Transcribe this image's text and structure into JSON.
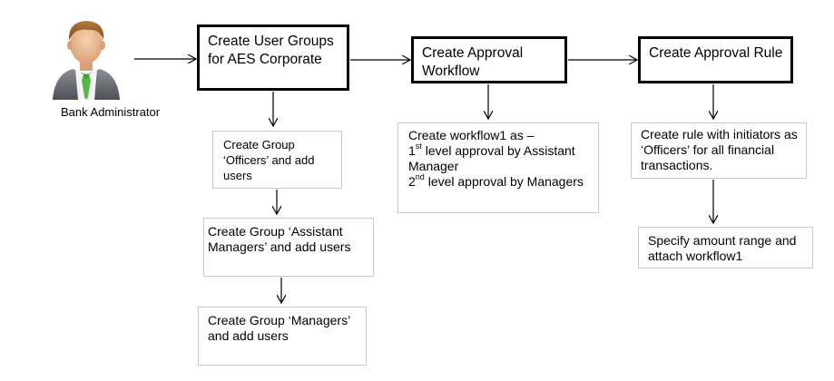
{
  "actor": {
    "label": "Bank Administrator"
  },
  "steps": {
    "user_groups": "Create User Groups for AES Corporate",
    "approval_workflow": "Create Approval Workflow",
    "approval_rule": "Create Approval Rule"
  },
  "groups": [
    "Create Group ‘Officers’ and add users",
    "Create Group ‘Assistant Managers’ and add users",
    "Create Group ‘Managers’ and add users"
  ],
  "workflow": {
    "intro": "Create workflow1 as –",
    "level1_num": "1",
    "level1_sup": "st",
    "level1_text": " level approval by Assistant Manager",
    "level2_num": "2",
    "level2_sup": "nd",
    "level2_text": " level approval by Managers"
  },
  "rule": {
    "initiators": "Create rule with initiators as ‘Officers’ for all financial transactions.",
    "amount": "Specify amount range and attach workflow1"
  },
  "colors": {
    "main_border": "#000000",
    "sub_border": "#c9c9c9",
    "arrow": "#000000"
  }
}
